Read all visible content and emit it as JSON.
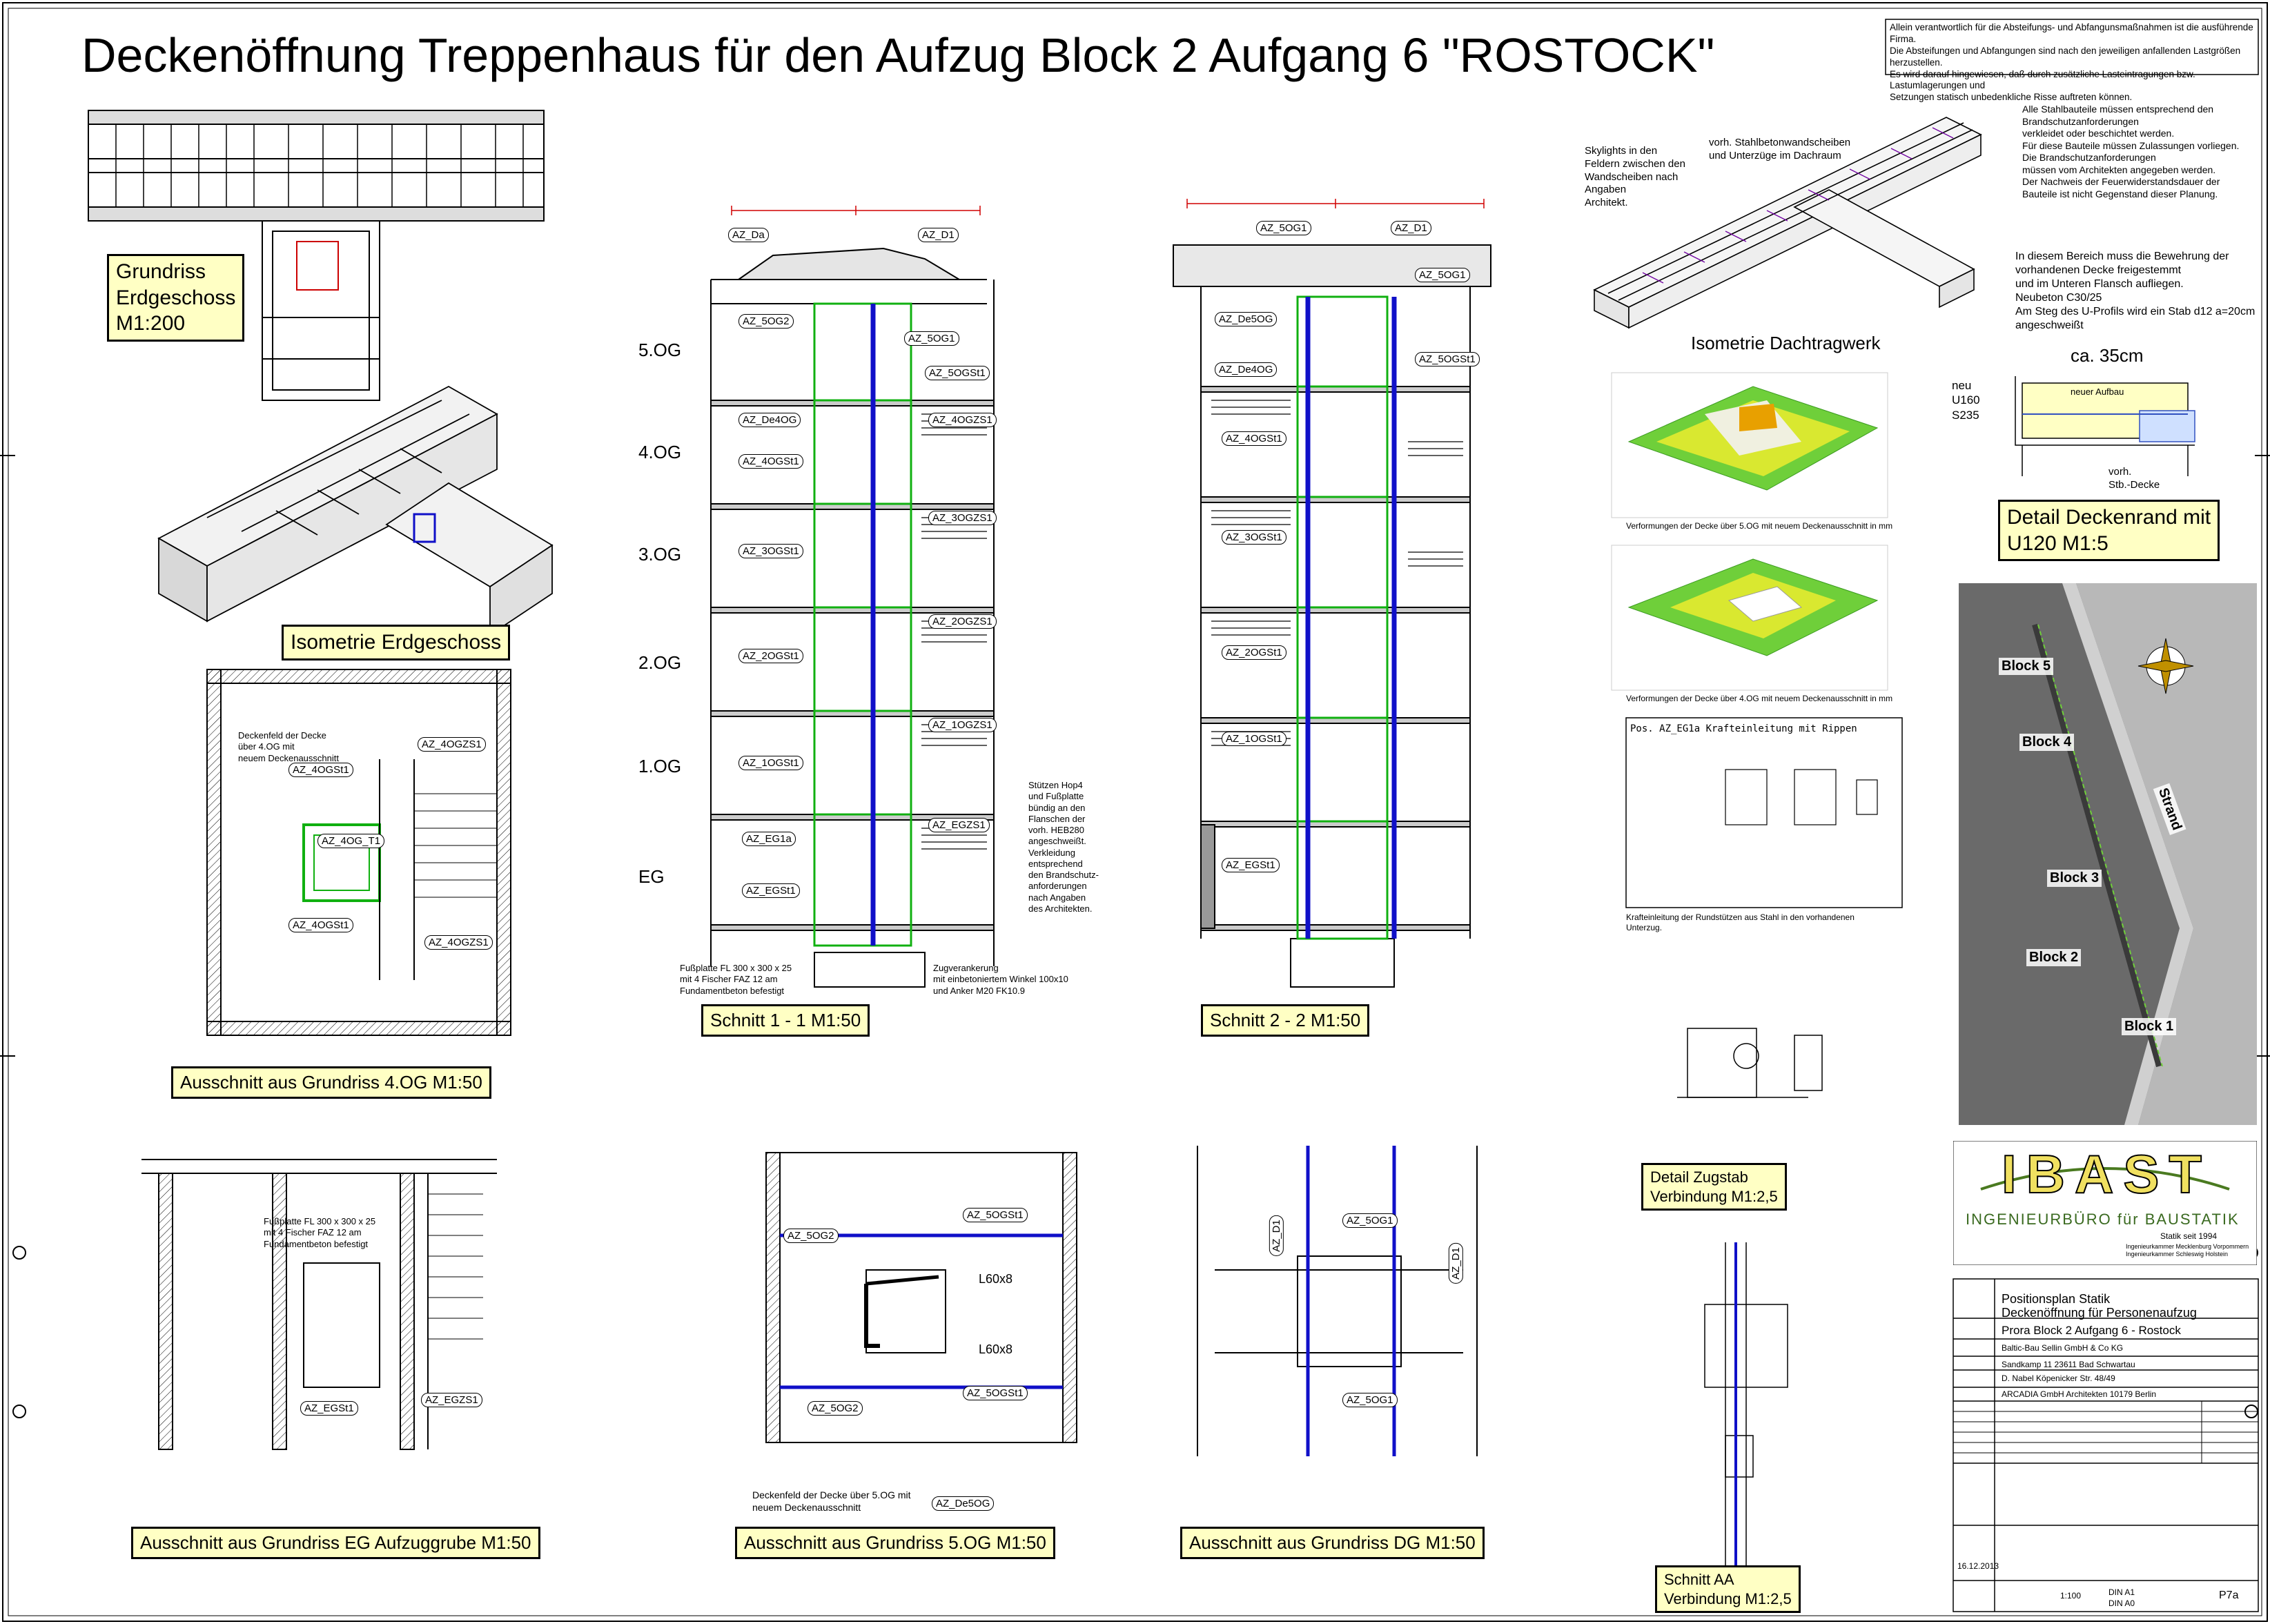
{
  "header": {
    "title": "Deckenöffnung Treppenhaus für den Aufzug  Block 2 Aufgang 6 \"ROSTOCK\"",
    "disclaimer": "Allein verantwortlich für die Absteifungs- und Abfangunsmaßnahmen ist die ausführende Firma.\nDie Absteifungen und Abfangungen sind nach den jeweiligen anfallenden Lastgrößen herzustellen.\nEs wird darauf hingewiesen, daß durch zusätzliche Lasteintragungen bzw. Lastumlagerungen und\nSetzungen statisch unbedenkliche Risse auftreten können."
  },
  "labels": {
    "grundriss_eg": "Grundriss\nErdgeschoss\nM1:200",
    "isometrie_eg": "Isometrie Erdgeschoss",
    "schnitt_11": "Schnitt 1 - 1  M1:50",
    "schnitt_22": "Schnitt 2 - 2  M1:50",
    "isometrie_dach": "Isometrie Dachtragwerk",
    "detail_deckenrand": "Detail Deckenrand mit\nU120  M1:5",
    "ausschnitt_4og": "Ausschnitt aus Grundriss 4.OG  M1:50",
    "ausschnitt_eg": "Ausschnitt aus Grundriss EG  Aufzuggrube M1:50",
    "ausschnitt_5og": "Ausschnitt aus Grundriss 5.OG  M1:50",
    "ausschnitt_dg": "Ausschnitt aus Grundriss DG  M1:50",
    "detail_zugstab": "Detail Zugstab\nVerbindung  M1:2,5",
    "schnitt_aa": "Schnitt AA\nVerbindung  M1:2,5"
  },
  "floors": [
    "5.OG",
    "4.OG",
    "3.OG",
    "2.OG",
    "1.OG",
    "EG"
  ],
  "notes": {
    "skylights": "Skylights in den\nFeldern zwischen den\nWandscheiben nach\nAngaben\nArchitekt.",
    "stahlbeton": "vorh. Stahlbetonwandscheiben\nund Unterzüge im Dachraum",
    "brandschutz": "Alle Stahlbauteile müssen entsprechend den\nBrandschutzanforderungen\nverkleidet oder beschichtet werden.\nFür diese Bauteile müssen Zulassungen vorliegen.\nDie Brandschutzanforderungen\nmüssen vom Architekten angegeben werden.\nDer Nachweis der Feuerwiderstandsdauer der\nBauteile ist nicht Gegenstand dieser Planung.",
    "bewehrung": "In diesem Bereich muss die Bewehrung der\nvorhandenen Decke freigestemmt\nund im Unteren Flansch aufliegen.\nNeubeton C30/25\nAm Steg des U-Profils wird ein Stab d12 a=20cm\nangeschweißt",
    "ca35": "ca. 35cm",
    "neu": "neu\nU160\nS235",
    "neuer_aufbau": "neuer Aufbau",
    "vorh_decke": "vorh.\nStb.-Decke",
    "verformung_5og": "Verformungen der Decke über 5.OG mit neuem Deckenausschnitt in mm",
    "verformung_4og": "Verformungen der Decke über 4.OG mit neuem Deckenausschnitt in mm",
    "krafteinleitung_titel": "Pos. AZ_EG1a    Krafteinleitung mit Rippen",
    "krafteinleitung_note": "Krafteinleitung der Rundstützen aus Stahl in den vorhandenen\nUnterzug.",
    "l60_1": "L60x8",
    "l60_2": "L60x8",
    "deckenfeld_5og": "Deckenfeld der Decke über 5.OG mit\nneuem Deckenausschnitt",
    "deckenfeld_4og": "Deckenfeld der Decke\nüber 4.OG mit\nneuem Deckenausschnitt",
    "fussplatte": "Fußplatte FL 300 x 300 x 25\nmit 4 Fischer FAZ 12 am\nFundamentbeton befestigt",
    "zugverankerung": "Zugverankerung\nmit einbetoniertem Winkel 100x10\nund Anker M20 FK10.9",
    "stuetzen": "Stützen Hop4\nund Fußplatte\nbündig an den\nFlanschen der\nvorh. HEB280\nangeschweißt.\nVerkleidung\nentsprechend\nden Brandschutz-\nanforderungen\nnach Angaben\ndes Architekten."
  },
  "positions_s11": [
    "AZ_Da",
    "AZ_D1",
    "AZ_5OG2",
    "AZ_5OG1",
    "AZ_5OGSt1",
    "AZ_De4OG",
    "AZ_4OGSt1",
    "AZ_4OGZS1",
    "AZ_3OGSt1",
    "AZ_3OGZS1",
    "AZ_2OGSt1",
    "AZ_2OGZS1",
    "AZ_1OGSt1",
    "AZ_1OGZS1",
    "AZ_EG1a",
    "AZ_EGZS1",
    "AZ_EGSt1"
  ],
  "positions_s22": [
    "AZ_5OG1",
    "AZ_D1",
    "AZ_5OG1",
    "AZ_De5OG",
    "AZ_5OGSt1",
    "AZ_De4OG",
    "AZ_4OGSt1",
    "AZ_3OGSt1",
    "AZ_2OGSt1",
    "AZ_1OGSt1",
    "AZ_EGSt1"
  ],
  "positions_4og": [
    "AZ_4OGSt1",
    "AZ_4OGZS1",
    "AZ_4OG_T1",
    "AZ_4OGSt1",
    "AZ_4OGZS1"
  ],
  "positions_eg": [
    "AZ_EGSt1",
    "AZ_EGZS1"
  ],
  "positions_5og": [
    "AZ_5OG2",
    "AZ_5OGSt1",
    "AZ_5OG2",
    "AZ_5OGSt1",
    "AZ_De5OG"
  ],
  "positions_dg": [
    "AZ_5OG1",
    "AZ_D1",
    "AZ_D1",
    "AZ_5OG1"
  ],
  "map_blocks": [
    "Block 5",
    "Block 4",
    "Block 3",
    "Block 2",
    "Block 1"
  ],
  "map_strand": "Strand",
  "logo": {
    "name": "IBAST",
    "sub": "INGENIEURBÜRO für BAUSTATIK",
    "since": "Statik seit 1994",
    "kammer": "Ingenieurkammer Mecklenburg Vorpommern\nIngenieurkammer Schleswig Holstein"
  },
  "titleblock": {
    "project_line1": "Positionsplan Statik",
    "project_line2": "Deckenöffnung für Personenaufzug",
    "bauvorhaben": "Prora Block 2 Aufgang 6 - Rostock",
    "bauherr": "Baltic-Bau Sellin GmbH & Co KG",
    "bauherr_addr": "Sandkamp 11      23611  Bad Schwartau",
    "architekt": "D. Nabel                Köpenicker Str. 48/49",
    "architekt2": "ARCADIA GmbH Architekten 10179  Berlin",
    "date": "16.12.2013",
    "scale": "1:100",
    "format": "DIN A1",
    "format2": "DIN A0",
    "sheet": "P7a"
  },
  "colors": {
    "steel": "#1010c8",
    "green": "#10b010",
    "dim": "#d00000",
    "label_bg": "#ffffc4"
  }
}
